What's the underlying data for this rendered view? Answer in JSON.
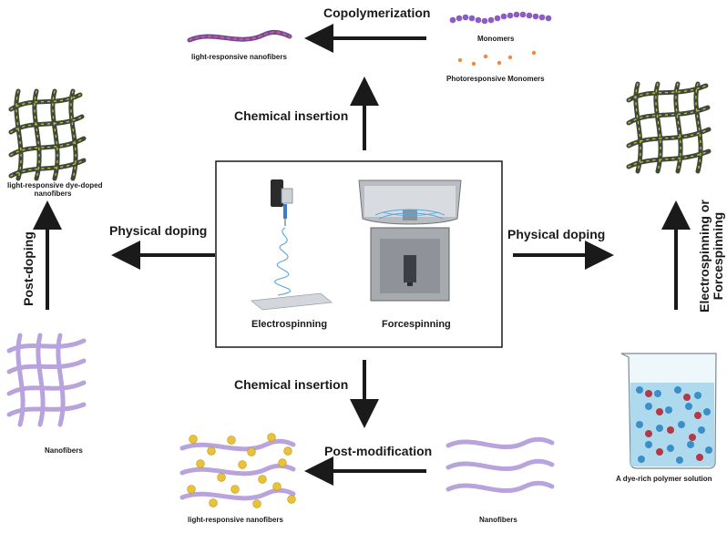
{
  "labels": {
    "copolymerization": "Copolymerization",
    "light_responsive_nanofibers_top": "light-responsive nanofibers",
    "monomers": "Monomers",
    "photoresponsive_monomers": "Photoresponsive Monomers",
    "chemical_insertion_top": "Chemical insertion",
    "chemical_insertion_bottom": "Chemical insertion",
    "physical_doping_left": "Physical doping",
    "physical_doping_right": "Physical doping",
    "dye_doped_line1": "light-responsive dye-doped",
    "dye_doped_line2": "nanofibers",
    "post_doping": "Post-doping",
    "electrospinning_or_line1": "Electrospinning or",
    "electrospinning_or_line2": "Forcespinning",
    "electrospinning": "Electrospinning",
    "forcespinning": "Forcespinning",
    "nanofibers_left": "Nanofibers",
    "nanofibers_bottom": "Nanofibers",
    "post_modification": "Post-modification",
    "light_responsive_nanofibers_bottom": "light-responsive nanofibers",
    "polymer_solution": "A dye-rich polymer solution"
  },
  "colors": {
    "arrow": "#1a1a1a",
    "fiber_purple": "#b9a3dd",
    "fiber_dark": "#3d4a3a",
    "fiber_spot": "#c9b547",
    "gold_bead": "#e8c23a",
    "monomer_purple": "#8a5cc4",
    "monomer_orange": "#ef8a3c",
    "spiral_blue": "#5aa7d8",
    "beaker_liquid": "#9fd2ea",
    "bead_red": "#b23a48",
    "bead_blue": "#3b8fc9"
  },
  "icons": {
    "electrospinning": "electrospinning-apparatus-icon",
    "forcespinning": "forcespinning-apparatus-icon",
    "beaker": "beaker-icon"
  }
}
